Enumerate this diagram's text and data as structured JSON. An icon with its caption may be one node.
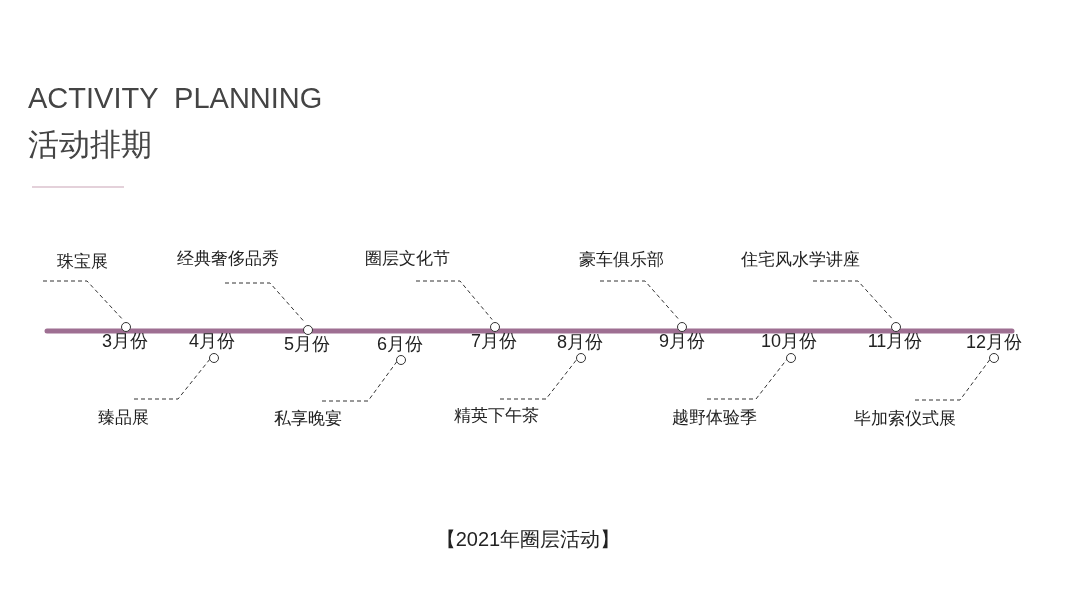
{
  "diagram": {
    "title": "ACTIVITY  PLANNING",
    "caption": "【2021年圈层活动】",
    "nodes": [
      {
        "text": [
          "珠宝展"
        ]
      },
      {
        "text": [
          "臻品展"
        ]
      },
      {
        "text": [
          "经典奢侈品秀"
        ]
      },
      {
        "text": [
          "私享晚宴"
        ]
      },
      {
        "text": [
          "圈层文化节"
        ]
      },
      {
        "text": [
          "精英下午茶"
        ]
      },
      {
        "text": [
          "豪车俱乐部"
        ]
      },
      {
        "text": [
          "越野体验季"
        ]
      },
      {
        "text": [
          "住宅风水学讲座"
        ]
      },
      {
        "text": [
          "毕加索仪式展"
        ]
      },
      {
        "text": [],
        "shape": "circle"
      },
      {
        "text": [],
        "shape": "circle"
      },
      {
        "text": [],
        "shape": "circle"
      },
      {
        "text": [],
        "shape": "circle"
      },
      {
        "text": [],
        "shape": "circle"
      },
      {
        "text": [],
        "shape": "circle"
      },
      {
        "text": [],
        "shape": "circle"
      },
      {
        "text": [],
        "shape": "circle"
      },
      {
        "text": [],
        "shape": "circle"
      },
      {
        "text": [],
        "shape": "circle"
      }
    ],
    "edges": [
      {
        "from": 0,
        "to": 10,
        "arrow": "none",
        "style": "dashed"
      },
      {
        "from": 1,
        "to": 11,
        "arrow": "none",
        "style": "dashed"
      },
      {
        "from": 2,
        "to": 12,
        "arrow": "none",
        "style": "dashed"
      },
      {
        "from": 3,
        "to": 13,
        "arrow": "none",
        "style": "dashed"
      },
      {
        "from": 4,
        "to": 14,
        "arrow": "none",
        "style": "dashed"
      },
      {
        "from": 5,
        "to": 15,
        "arrow": "none",
        "style": "dashed"
      },
      {
        "from": 6,
        "to": 16,
        "arrow": "none",
        "style": "dashed"
      },
      {
        "from": 7,
        "to": 17,
        "arrow": "none",
        "style": "dashed"
      },
      {
        "from": 8,
        "to": 18,
        "arrow": "none",
        "style": "dashed"
      },
      {
        "from": 9,
        "to": 19,
        "arrow": "none",
        "style": "dashed"
      }
    ],
    "labels": [
      "活动排期",
      "3月份",
      "4月份",
      "5月份",
      "6月份",
      "7月份",
      "8月份",
      "9月份",
      "10月份",
      "11月份",
      "12月份"
    ]
  }
}
